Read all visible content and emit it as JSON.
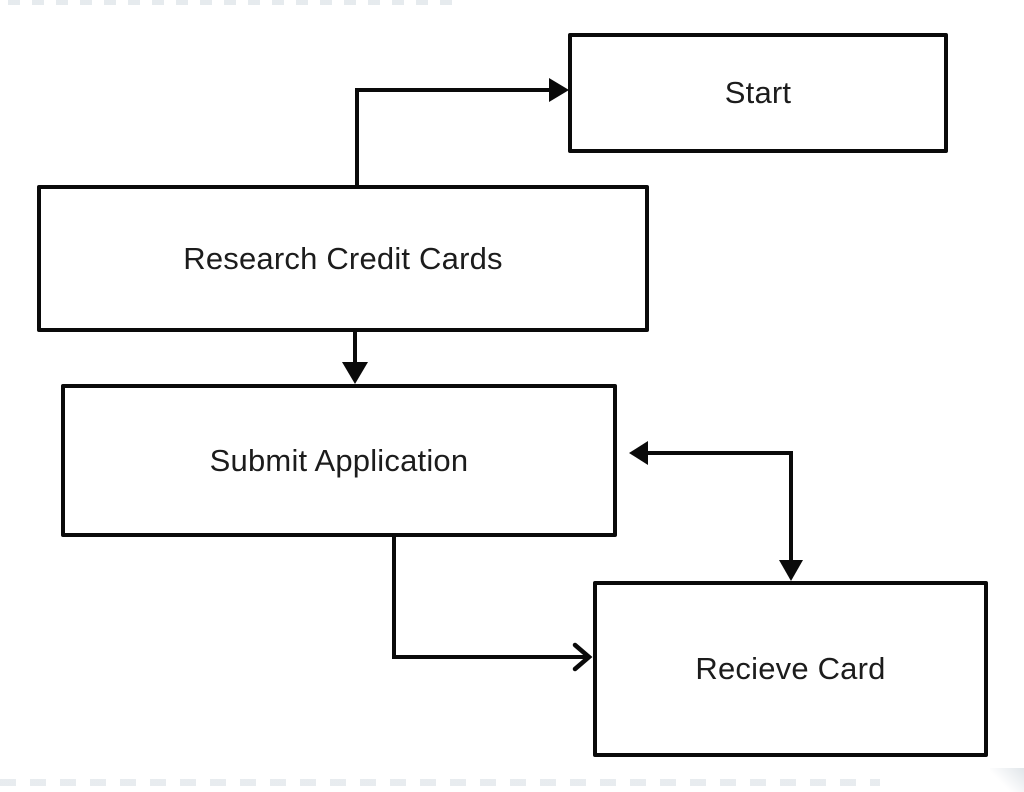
{
  "diagram": {
    "type": "flowchart",
    "background_color": "#ffffff",
    "stroke_color": "#0a0a0a",
    "text_color": "#1c1c1c",
    "nodes": [
      {
        "id": "start",
        "label": "Start"
      },
      {
        "id": "research-credit-cards",
        "label": "Research Credit Cards"
      },
      {
        "id": "submit-application",
        "label": "Submit Application"
      },
      {
        "id": "recieve-card",
        "label": "Recieve Card"
      }
    ],
    "edges": [
      {
        "from": "research-credit-cards",
        "to": "start",
        "arrowhead": "filled-triangle",
        "route": "up-then-right"
      },
      {
        "from": "research-credit-cards",
        "to": "submit-application",
        "arrowhead": "filled-triangle",
        "route": "straight-down"
      },
      {
        "from": "recieve-card",
        "to": "submit-application",
        "arrowhead": "filled-triangle",
        "route": "left-into-side-and-down-into-top"
      },
      {
        "from": "submit-application",
        "to": "recieve-card",
        "arrowhead": "open-chevron",
        "route": "down-then-right"
      }
    ]
  }
}
